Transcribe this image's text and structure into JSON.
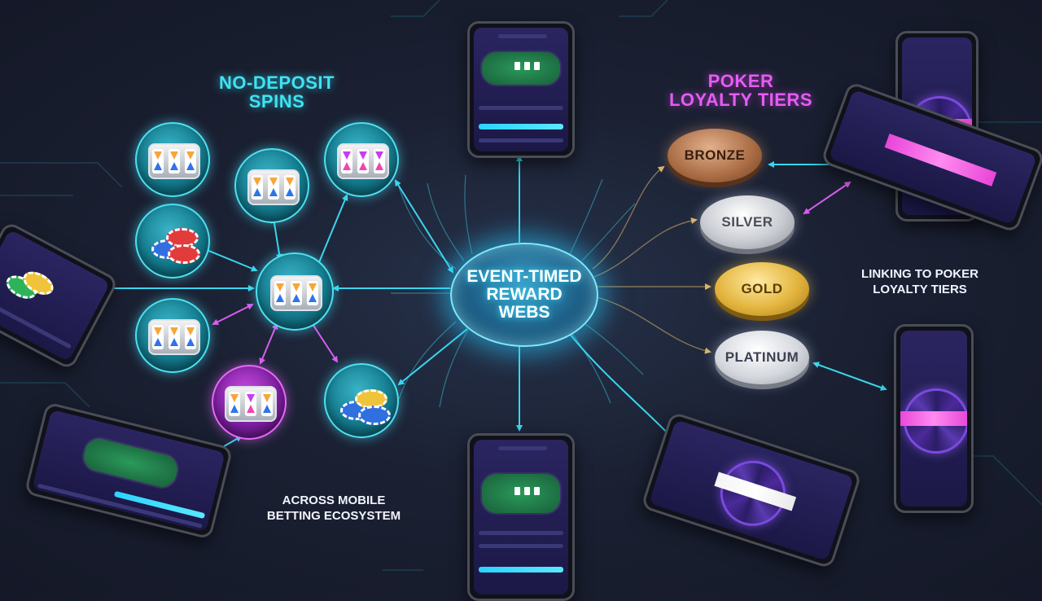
{
  "diagram": {
    "center_label": [
      "EVENT-TIMED",
      "REWARD",
      "WEBS"
    ],
    "left_heading": [
      "NO-DEPOSIT",
      "SPINS"
    ],
    "right_heading": [
      "POKER",
      "LOYALTY TIERS"
    ],
    "bottom_caption": [
      "ACROSS MOBILE",
      "BETTING ECOSYSTEM"
    ],
    "right_caption": [
      "LINKING TO POKER",
      "LOYALTY TIERS"
    ],
    "tiers": [
      "BRONZE",
      "SILVER",
      "GOLD",
      "PLATINUM"
    ]
  },
  "colors": {
    "cyan_arrow": "#39d6ee",
    "magenta_arrow": "#d95cf0",
    "gold_arrow": "#d7b36a",
    "background": "#1b2133"
  },
  "icons": [
    "slot-machine-icon",
    "poker-chips-icon",
    "smartphone-icon",
    "loyalty-coin-icon"
  ]
}
